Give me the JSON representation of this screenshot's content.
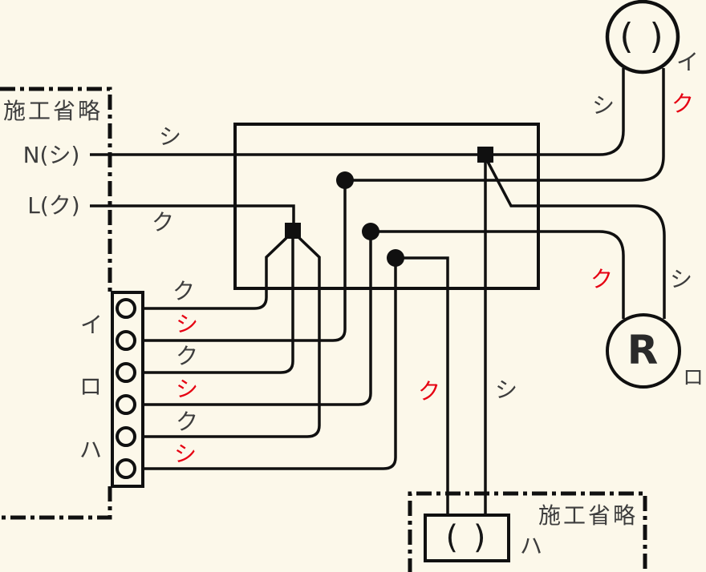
{
  "colors": {
    "background": "#FCF8EA",
    "line": "#101010",
    "text": "#3D3D3D",
    "highlight_red": "#E60012"
  },
  "source_panel": {
    "title": "施工省略",
    "neutral_terminal": "N(シ)",
    "live_terminal": "L(ク)",
    "neutral_wire_label": "シ",
    "live_wire_label": "ク"
  },
  "relay_block": {
    "relays": [
      {
        "name": "イ",
        "wire_top": "ク",
        "wire_bottom": "シ"
      },
      {
        "name": "ロ",
        "wire_top": "ク",
        "wire_bottom": "シ"
      },
      {
        "name": "ハ",
        "wire_top": "ク",
        "wire_bottom": "シ"
      }
    ]
  },
  "junction": {
    "lamp_ha_left_wire_label": "ク",
    "lamp_ha_right_wire_label": "シ"
  },
  "ceiling_lamp": {
    "symbol": "( )",
    "name": "イ",
    "left_wire_label": "シ",
    "right_wire_label": "ク"
  },
  "lamp_receptacle": {
    "symbol": "R",
    "name": "ロ",
    "left_wire_label": "ク",
    "right_wire_label": "シ"
  },
  "omitted_lamp": {
    "symbol": "( )",
    "name": "ハ",
    "panel_title": "施工省略"
  }
}
